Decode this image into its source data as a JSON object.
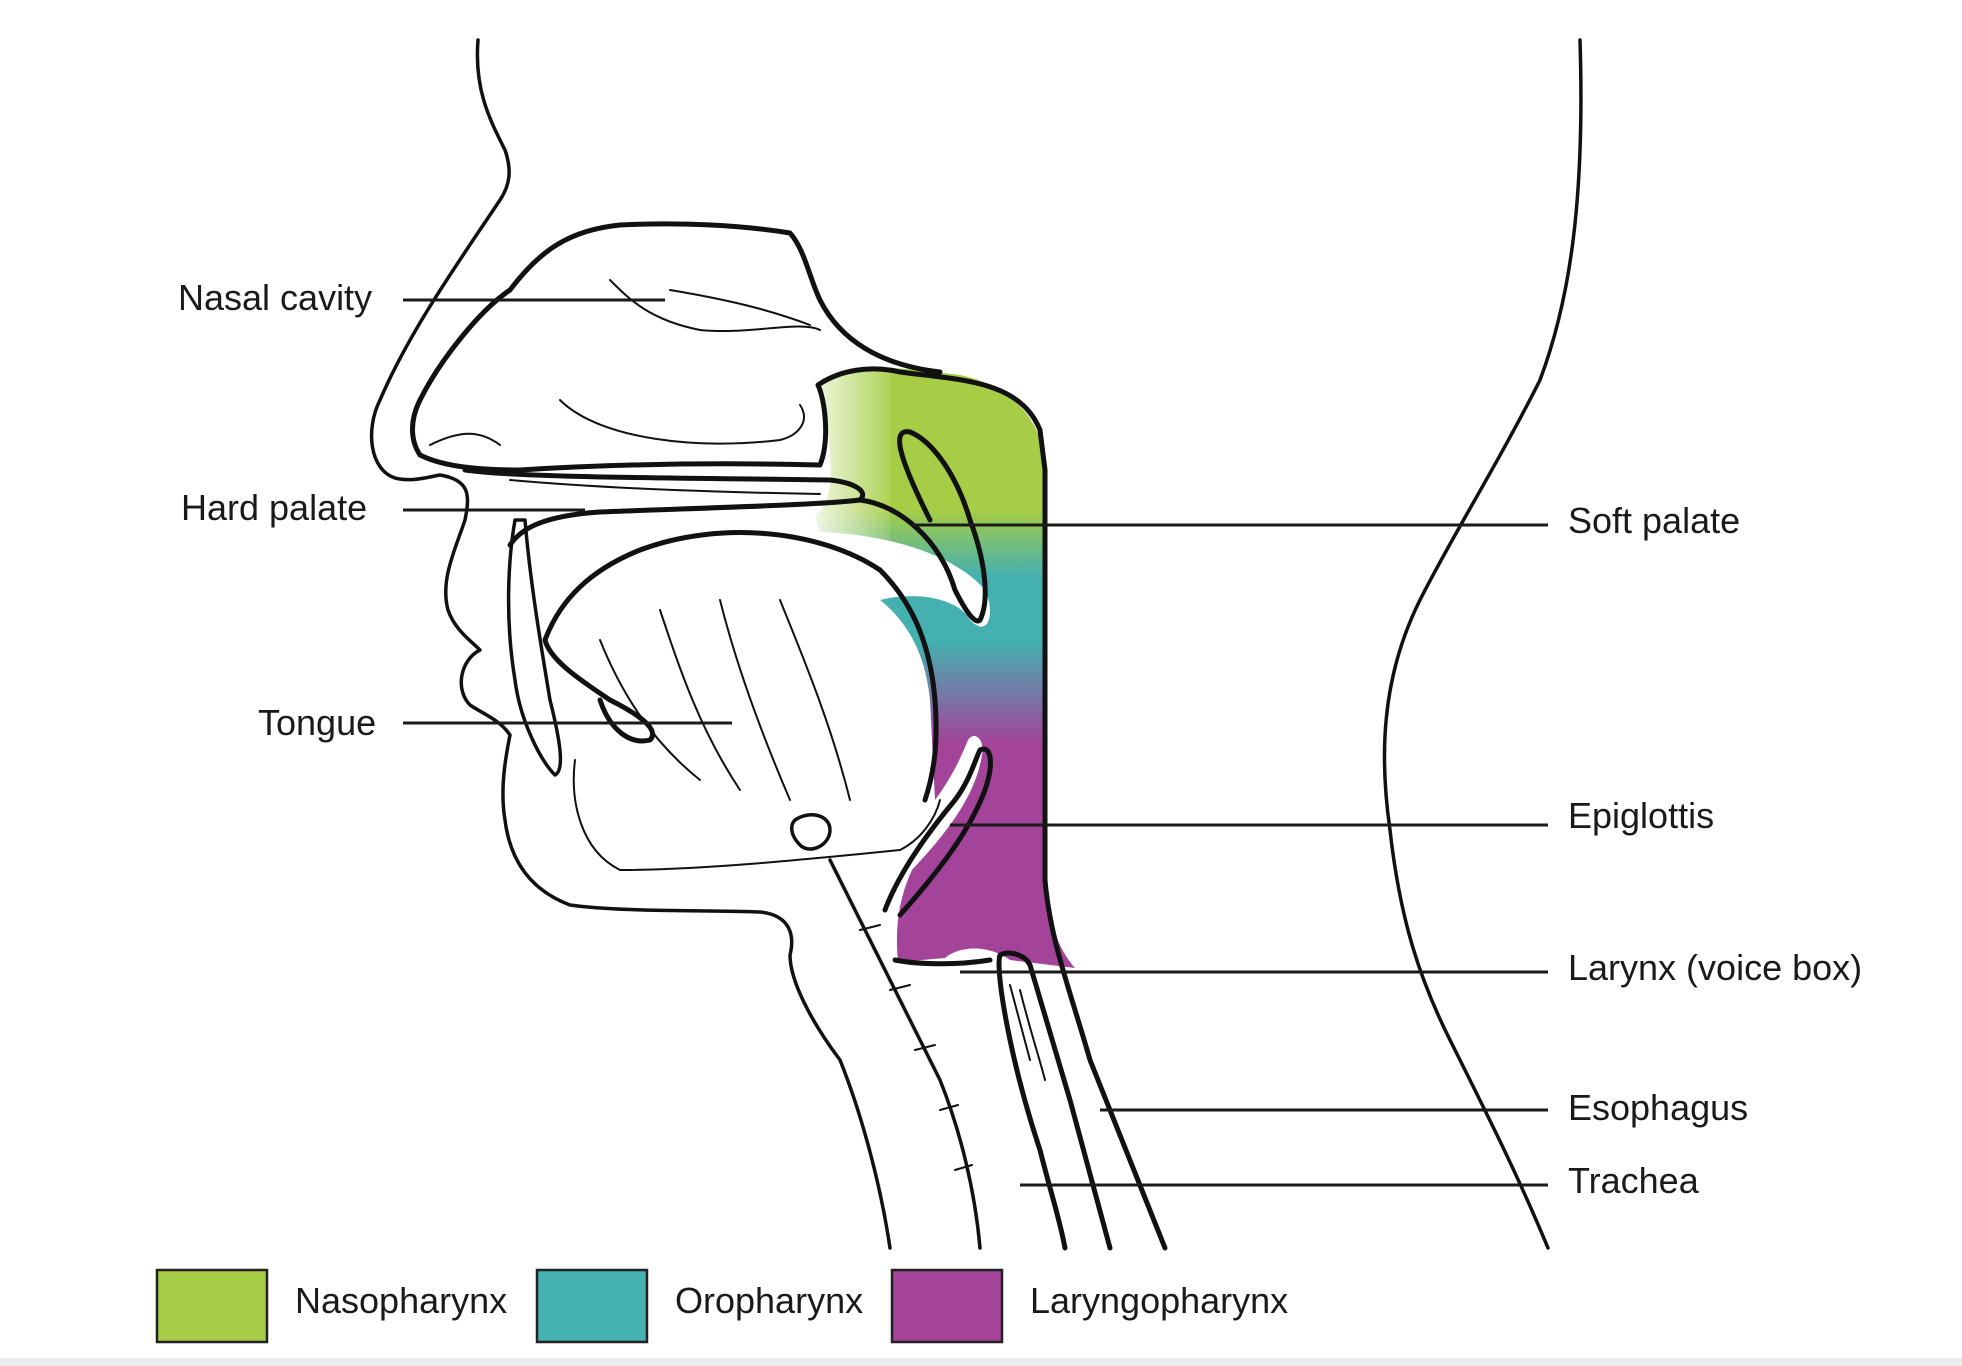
{
  "labels": {
    "nasal_cavity": "Nasal cavity",
    "hard_palate": "Hard palate",
    "tongue": "Tongue",
    "soft_palate": "Soft palate",
    "epiglottis": "Epiglottis",
    "larynx": "Larynx (voice box)",
    "esophagus": "Esophagus",
    "trachea": "Trachea"
  },
  "legend": [
    {
      "label": "Nasopharynx",
      "color": "#a6cd45"
    },
    {
      "label": "Oropharynx",
      "color": "#45b0b0"
    },
    {
      "label": "Laryngopharynx",
      "color": "#a3439a"
    }
  ]
}
